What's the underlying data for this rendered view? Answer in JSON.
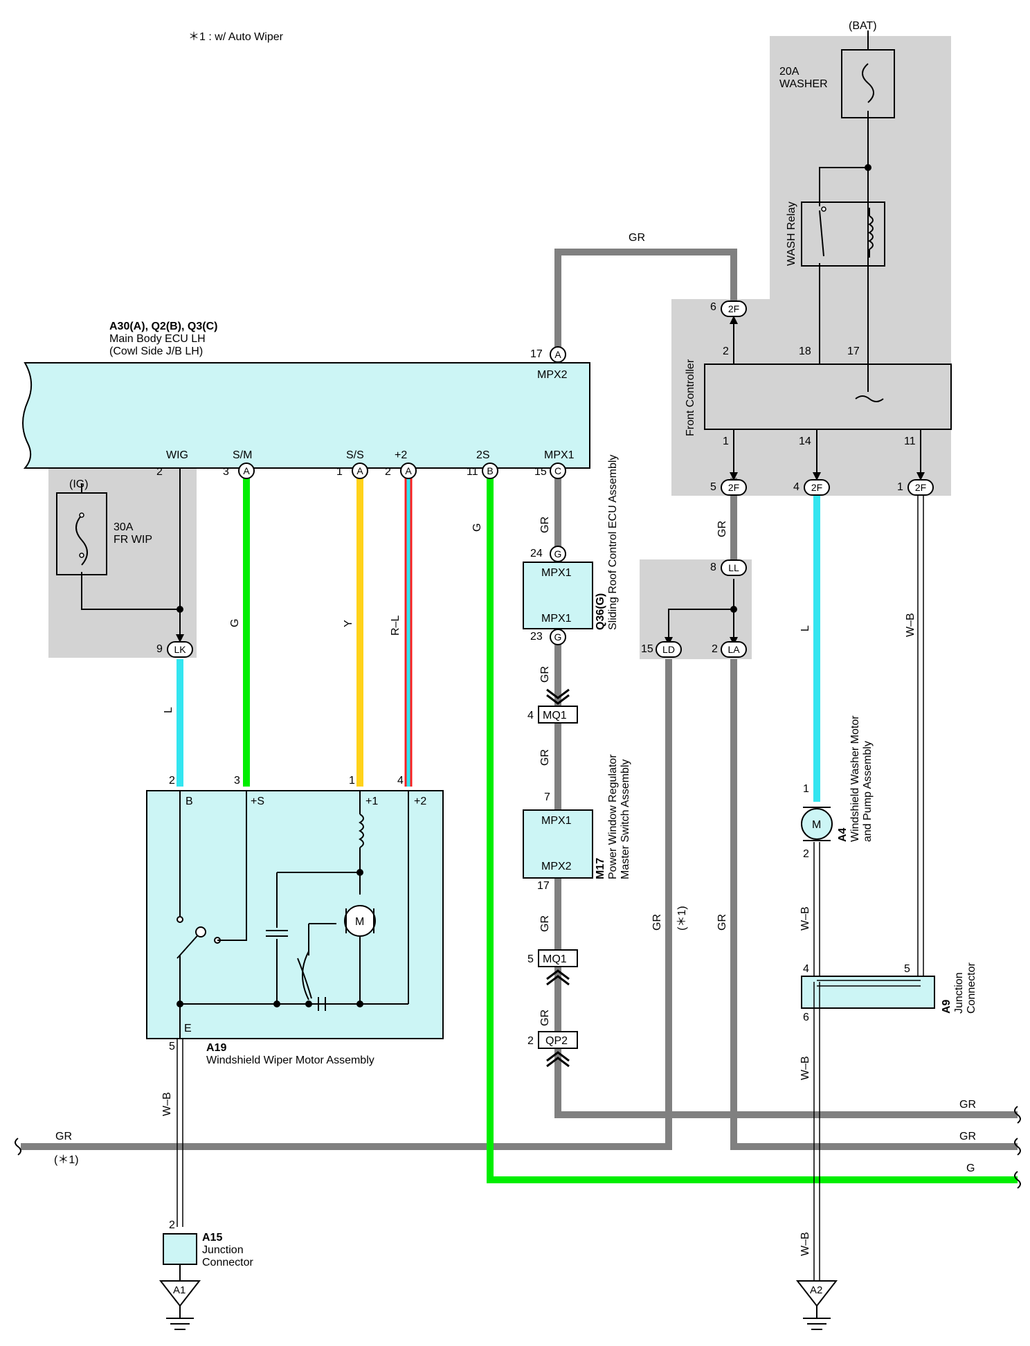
{
  "note": "＊1 : w/ Auto Wiper",
  "colors": {
    "shade": "#d3d3d3",
    "ecu_fill": "#ccf5f5",
    "gr_wire": "#808080",
    "g_wire": "#00ee00",
    "l_wire": "#33e5f0",
    "y_wire": "#ffd21a",
    "r_stripe": "#ff2020"
  },
  "main_ecu": {
    "code": "A30(A), Q2(B), Q3(C)",
    "name": "Main Body ECU LH",
    "location": "(Cowl Side J/B LH)",
    "top_pin": {
      "num": "17",
      "letter": "A",
      "label": "MPX2"
    },
    "pins": [
      {
        "label": "WIG",
        "num": "2",
        "letter": ""
      },
      {
        "label": "S/M",
        "num": "3",
        "letter": "A"
      },
      {
        "label": "S/S",
        "num": "1",
        "letter": "A"
      },
      {
        "label": "+2",
        "num": "2",
        "letter": "A"
      },
      {
        "label": "2S",
        "num": "11",
        "letter": "B"
      },
      {
        "label": "MPX1",
        "num": "15",
        "letter": "C"
      }
    ]
  },
  "fuse_fr": {
    "source": "(IG)",
    "rating": "30A",
    "name": "FR WIP",
    "conn": "LK",
    "pin": "9"
  },
  "fuse_wash": {
    "source": "(BAT)",
    "rating": "20A",
    "name": "WASHER"
  },
  "wash_relay": "WASH Relay",
  "front_controller": {
    "name": "Front Controller",
    "top_pins": [
      "2",
      "18",
      "17"
    ],
    "bottom_pins": [
      "1",
      "14",
      "11"
    ],
    "conn": "2F",
    "conn_top_pin": "6",
    "conn_bottom_pins": [
      "5",
      "4",
      "1"
    ]
  },
  "jb_LL": {
    "top": {
      "num": "8",
      "letter": "LL"
    },
    "left": {
      "num": "15",
      "letter": "LD"
    },
    "right": {
      "num": "2",
      "letter": "LA"
    }
  },
  "wires": {
    "G": "G",
    "Y": "Y",
    "RL": "R–L",
    "L": "L",
    "GR": "GR",
    "WB": "W–B",
    "star1": "(＊1)"
  },
  "sliding_roof": {
    "code": "Q36(G)",
    "name": "Sliding Roof Control ECU Assembly",
    "pin_top": "24",
    "pin_bottom": "23",
    "letter": "G",
    "lbl1": "MPX1",
    "lbl2": "MPX1"
  },
  "mq1": "MQ1",
  "mq1_pin_top": "4",
  "mq1_pin_bottom": "5",
  "qp2": "QP2",
  "qp2_pin": "2",
  "pw_master": {
    "code": "M17",
    "name1": "Power Window Regulator",
    "name2": "Master Switch Assembly",
    "pin_top": "7",
    "pin_bottom": "17",
    "lbl1": "MPX1",
    "lbl2": "MPX2"
  },
  "wiper_motor": {
    "code": "A19",
    "name": "Windshield Wiper Motor Assembly",
    "pins": [
      {
        "num": "2",
        "label": "B"
      },
      {
        "num": "3",
        "label": "+S"
      },
      {
        "num": "1",
        "label": "+1"
      },
      {
        "num": "4",
        "label": "+2"
      }
    ],
    "e_label": "E",
    "e_pin": "5",
    "m": "M"
  },
  "washer_motor": {
    "code": "A4",
    "name1": "Windshield Washer Motor",
    "name2": "and Pump Assembly",
    "pin_top": "1",
    "pin_bottom": "2",
    "m": "M"
  },
  "a9": {
    "code": "A9",
    "name1": "Junction",
    "name2": "Connector",
    "pins": [
      "4",
      "5",
      "6"
    ]
  },
  "a15": {
    "code": "A15",
    "name1": "Junction",
    "name2": "Connector",
    "pin": "2"
  },
  "grounds": [
    "A1",
    "A2"
  ]
}
